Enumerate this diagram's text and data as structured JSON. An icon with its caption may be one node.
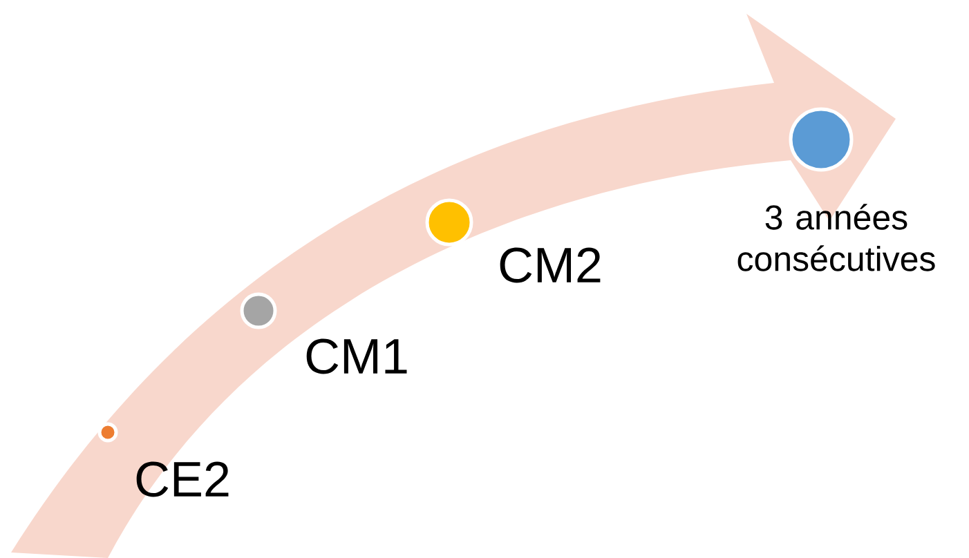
{
  "diagram": {
    "nodes": [
      {
        "text": [],
        "shape": "circle",
        "beside": [
          "CE2"
        ]
      },
      {
        "text": [],
        "shape": "circle",
        "beside": [
          "CM1"
        ]
      },
      {
        "text": [],
        "shape": "circle",
        "beside": [
          "CM2"
        ]
      },
      {
        "text": [],
        "shape": "circle",
        "beside": [
          "3 années consécutives"
        ]
      }
    ]
  }
}
